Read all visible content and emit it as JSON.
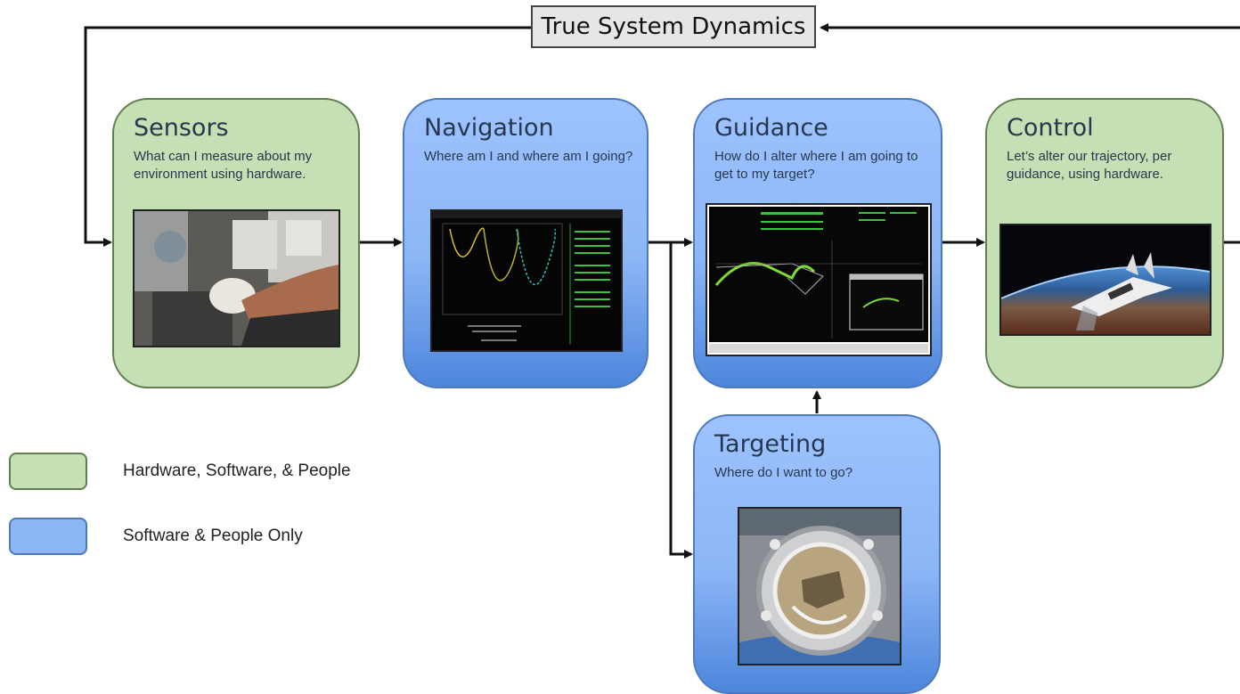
{
  "title": "True System Dynamics",
  "boxes": {
    "sensors": {
      "title": "Sensors",
      "text": "What can I measure about my environment using hardware."
    },
    "navigation": {
      "title": "Navigation",
      "text": "Where am I and where am I going?"
    },
    "guidance": {
      "title": "Guidance",
      "text": "How do I alter where I am going to get to my target?"
    },
    "control": {
      "title": "Control",
      "text": "Let’s alter our trajectory, per guidance, using hardware."
    },
    "targeting": {
      "title": "Targeting",
      "text": "Where do I want to go?"
    }
  },
  "legend": [
    {
      "label": "Hardware, Software, & People",
      "color": "#c5e0b4"
    },
    {
      "label": "Software & People Only",
      "color": "#8db6f6"
    }
  ],
  "images": {
    "sensors": "astronaut-with-hardware-photo",
    "navigation": "trajectory-plot-screen",
    "guidance": "guidance-software-screen",
    "control": "space-shuttle-orbit-photo",
    "targeting": "docking-port-photo"
  }
}
